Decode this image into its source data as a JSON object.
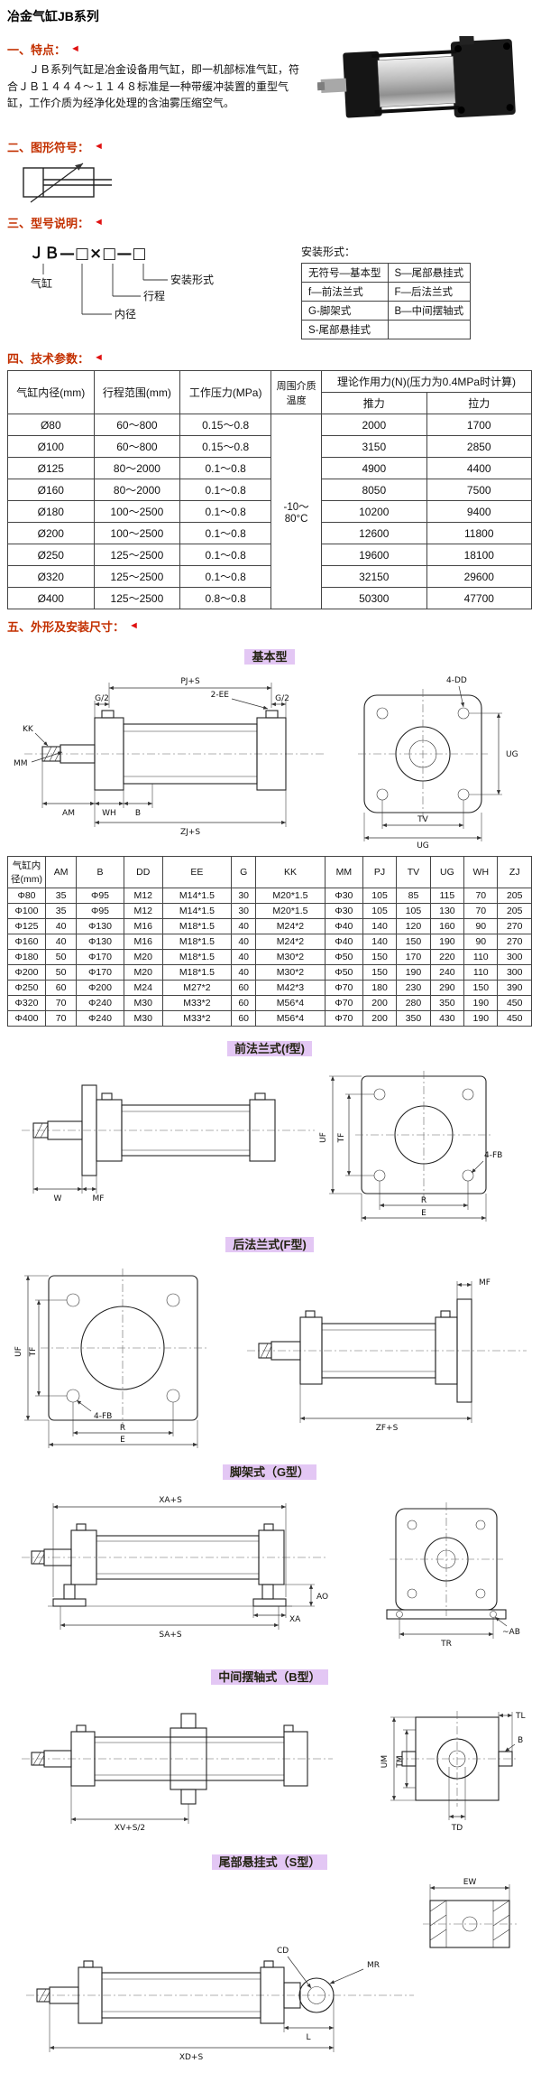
{
  "theme": {
    "heading_color": "#c33000",
    "drawing_label_bg": "#e3c7f4"
  },
  "page": {
    "title": "冶金气缸JB系列"
  },
  "s1": {
    "heading": "一、特点：",
    "body": "ＪＢ系列气缸是冶金设备用气缸，即一机部标准气缸，符合ＪＢ１４４４～１１４８标准是一种带缓冲装置的重型气缸，工作介质为经净化处理的含油雾压缩空气。"
  },
  "s2": {
    "heading": "二、图形符号："
  },
  "s3": {
    "heading": "三、型号说明：",
    "model_code": "ＪＢ—□×□—□",
    "callouts": [
      "气缸",
      "内径",
      "行程",
      "安装形式"
    ],
    "mount_title": "安装形式：",
    "mounts": [
      [
        "无符号—基本型",
        "S—尾部悬挂式"
      ],
      [
        "f—前法兰式",
        "F—后法兰式"
      ],
      [
        "G-脚架式",
        "B—中间摆轴式"
      ],
      [
        "S-尾部悬挂式",
        ""
      ]
    ]
  },
  "s4": {
    "heading": "四、技术参数：",
    "table": {
      "col_bore": "气缸内径(mm)",
      "col_stroke": "行程范围(mm)",
      "col_pressure": "工作压力(MPa)",
      "col_temp": "周围介质温度",
      "col_force": "理论作用力(N)(压力为0.4MPa时计算)",
      "col_push": "推力",
      "col_pull": "拉力",
      "temp_value": "-10～80°C",
      "rows": [
        [
          "Ø80",
          "60～800",
          "0.15～0.8",
          "2000",
          "1700"
        ],
        [
          "Ø100",
          "60～800",
          "0.15～0.8",
          "3150",
          "2850"
        ],
        [
          "Ø125",
          "80～2000",
          "0.1～0.8",
          "4900",
          "4400"
        ],
        [
          "Ø160",
          "80～2000",
          "0.1～0.8",
          "8050",
          "7500"
        ],
        [
          "Ø180",
          "100～2500",
          "0.1～0.8",
          "10200",
          "9400"
        ],
        [
          "Ø200",
          "100～2500",
          "0.1～0.8",
          "12600",
          "11800"
        ],
        [
          "Ø250",
          "125～2500",
          "0.1～0.8",
          "19600",
          "18100"
        ],
        [
          "Ø320",
          "125～2500",
          "0.1～0.8",
          "32150",
          "29600"
        ],
        [
          "Ø400",
          "125～2500",
          "0.8～0.8",
          "50300",
          "47700"
        ]
      ]
    }
  },
  "s5": {
    "heading": "五、外形及安装尺寸：",
    "titles": {
      "basic": "基本型",
      "ff": "前法兰式(f型)",
      "rf": "后法兰式(F型)",
      "foot": "脚架式（G型）",
      "trn": "中间摆轴式（B型）",
      "clv": "尾部悬挂式（S型）"
    },
    "labels": {
      "basic": {
        "pj": "PJ+S",
        "g2l": "G/2",
        "g2r": "G/2",
        "ee": "2-EE",
        "kk": "KK",
        "mm": "MM",
        "am": "AM",
        "wh": "WH",
        "b": "B",
        "zj": "ZJ+S",
        "dd": "4-DD",
        "ug_r": "UG",
        "tv_b": "TV",
        "ug_b": "UG"
      },
      "ff": {
        "w": "W",
        "mf": "MF",
        "uf": "UF",
        "tf": "TF",
        "fb": "4-FB",
        "r": "R",
        "e": "E"
      },
      "rf": {
        "uf": "UF",
        "tf": "TF",
        "fb": "4-FB",
        "r": "R",
        "e": "E",
        "mf": "MF",
        "zf": "ZF+S"
      },
      "foot": {
        "xas": "XA+S",
        "sas": "SA+S",
        "xa": "XA",
        "ao": "AO",
        "tr": "TR",
        "ab": "~AB"
      },
      "trn": {
        "xv": "XV+S/2",
        "tl": "TL",
        "um": "UM",
        "tm": "TM",
        "b": "B",
        "td": "TD"
      },
      "clv": {
        "cd": "CD",
        "mr": "MR",
        "ew": "EW",
        "xd": "XD+S",
        "l": "L"
      }
    },
    "dim_table": {
      "headers": [
        "气缸内径(mm)",
        "AM",
        "B",
        "DD",
        "EE",
        "G",
        "KK",
        "MM",
        "PJ",
        "TV",
        "UG",
        "WH",
        "ZJ"
      ],
      "rows": [
        [
          "Φ80",
          "35",
          "Φ95",
          "M12",
          "M14*1.5",
          "30",
          "M20*1.5",
          "Φ30",
          "105",
          "85",
          "115",
          "70",
          "205"
        ],
        [
          "Φ100",
          "35",
          "Φ95",
          "M12",
          "M14*1.5",
          "30",
          "M20*1.5",
          "Φ30",
          "105",
          "105",
          "130",
          "70",
          "205"
        ],
        [
          "Φ125",
          "40",
          "Φ130",
          "M16",
          "M18*1.5",
          "40",
          "M24*2",
          "Φ40",
          "140",
          "120",
          "160",
          "90",
          "270"
        ],
        [
          "Φ160",
          "40",
          "Φ130",
          "M16",
          "M18*1.5",
          "40",
          "M24*2",
          "Φ40",
          "140",
          "150",
          "190",
          "90",
          "270"
        ],
        [
          "Φ180",
          "50",
          "Φ170",
          "M20",
          "M18*1.5",
          "40",
          "M30*2",
          "Φ50",
          "150",
          "170",
          "220",
          "110",
          "300"
        ],
        [
          "Φ200",
          "50",
          "Φ170",
          "M20",
          "M18*1.5",
          "40",
          "M30*2",
          "Φ50",
          "150",
          "190",
          "240",
          "110",
          "300"
        ],
        [
          "Φ250",
          "60",
          "Φ200",
          "M24",
          "M27*2",
          "60",
          "M42*3",
          "Φ70",
          "180",
          "230",
          "290",
          "150",
          "390"
        ],
        [
          "Φ320",
          "70",
          "Φ240",
          "M30",
          "M33*2",
          "60",
          "M56*4",
          "Φ70",
          "200",
          "280",
          "350",
          "190",
          "450"
        ],
        [
          "Φ400",
          "70",
          "Φ240",
          "M30",
          "M33*2",
          "60",
          "M56*4",
          "Φ70",
          "200",
          "350",
          "430",
          "190",
          "450"
        ]
      ]
    }
  }
}
